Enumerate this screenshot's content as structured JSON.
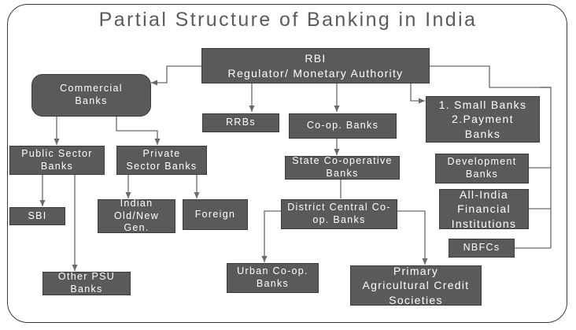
{
  "title": "Partial Structure of Banking in India",
  "nodes": {
    "rbi": "RBI\nRegulator/ Monetary Authority",
    "commercial": "Commercial\nBanks",
    "rrbs": "RRBs",
    "coop": "Co-op. Banks",
    "small_payment": "1. Small Banks\n2.Payment\nBanks",
    "public_sector": "Public Sector\nBanks",
    "private_sector": "Private\nSector Banks",
    "state_coop": "State Co-operative\nBanks",
    "development": "Development\nBanks",
    "sbi": "SBI",
    "indian_old_new": "Indian\nOld/New\nGen.",
    "foreign": "Foreign",
    "all_india_fi": "All-India\nFinancial\nInstitutions",
    "district_coop": "District Central Co-\nop. Banks",
    "nbfcs": "NBFCs",
    "urban_coop": "Urban Co-op.\nBanks",
    "other_psu": "Other PSU\nBanks",
    "pacs": "Primary\nAgricultural Credit\nSocieties"
  },
  "colors": {
    "box": "#5a5a5a",
    "text": "#ffffff",
    "line": "#6a6a6a",
    "title": "#5b5b5b"
  }
}
